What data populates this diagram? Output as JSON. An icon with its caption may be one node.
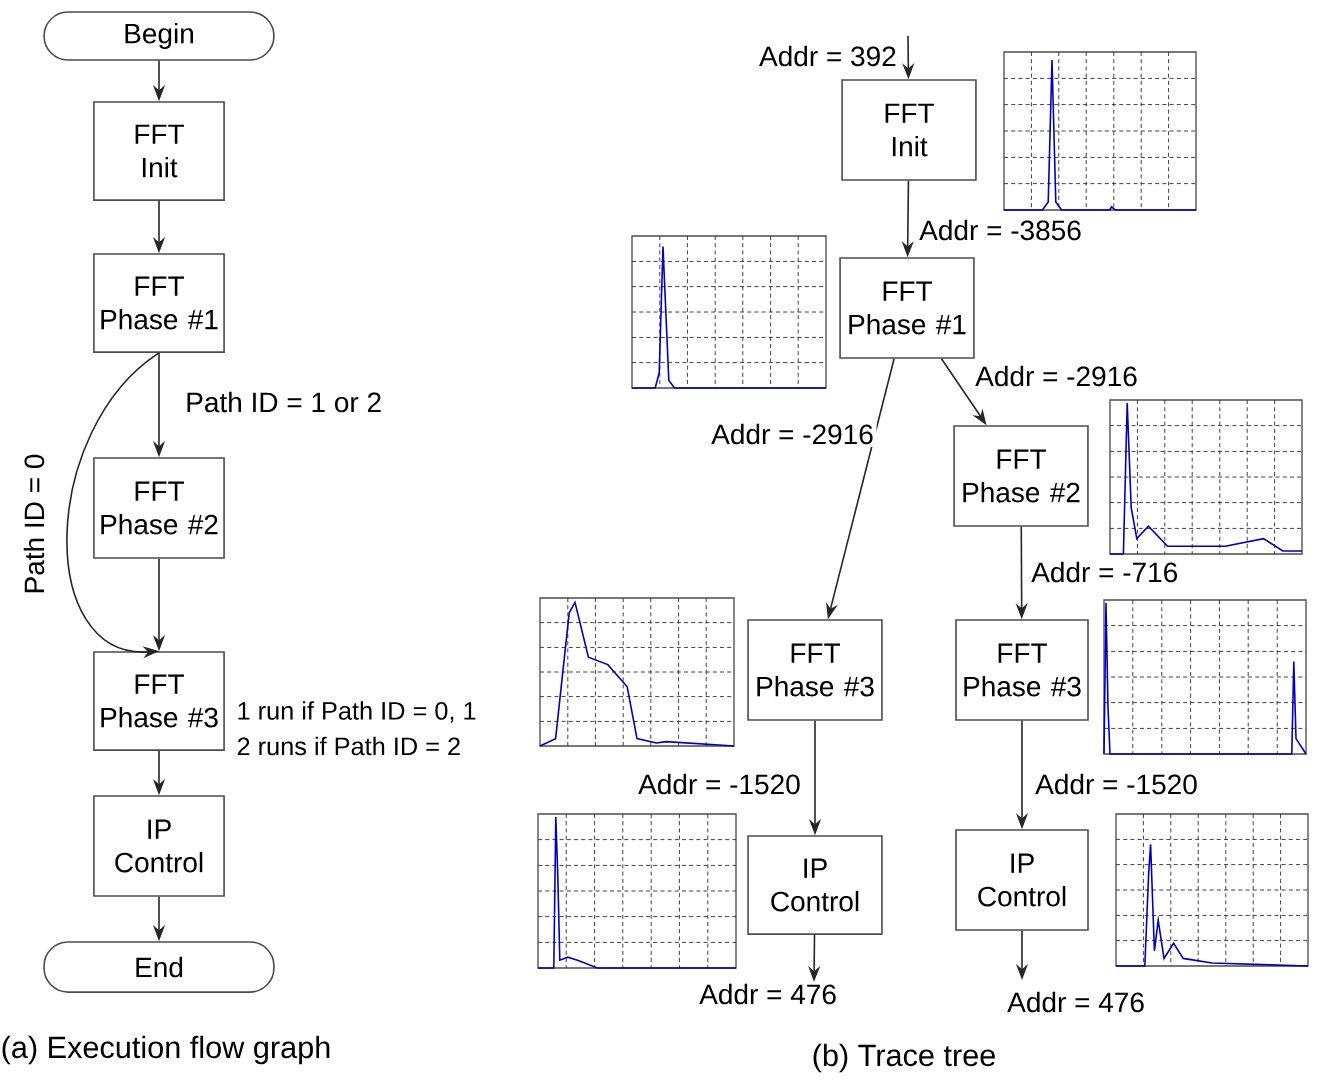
{
  "diagram": {
    "nodes": [
      {
        "text": [
          "Begin"
        ]
      },
      {
        "text": [
          "FFT Init"
        ]
      },
      {
        "text": [
          "FFT Phase #1"
        ]
      },
      {
        "text": [
          "FFT Phase #2"
        ]
      },
      {
        "text": [
          "FFT Phase #3"
        ],
        "beside": [
          "1 run  if Path ID = 0, 1",
          "2 runs if Path ID = 2"
        ]
      },
      {
        "text": [
          "IP Control"
        ]
      },
      {
        "text": [
          "End"
        ]
      },
      {
        "text": [
          "FFT Init"
        ]
      },
      {
        "text": [
          "FFT Phase #1"
        ]
      },
      {
        "text": [
          "FFT Phase #2"
        ]
      },
      {
        "text": [
          "FFT Phase #3"
        ]
      },
      {
        "text": [
          "FFT Phase #3"
        ]
      },
      {
        "text": [
          "IP Control"
        ]
      },
      {
        "text": [
          "IP Control"
        ]
      }
    ],
    "edges": [
      {
        "from": 0,
        "to": 1,
        "arrow": "to"
      },
      {
        "from": 1,
        "to": 2,
        "arrow": "to"
      },
      {
        "from": 2,
        "to": 3,
        "arrow": "to",
        "label": "Path ID = 1 or 2"
      },
      {
        "from": 2,
        "to": 4,
        "arrow": "to",
        "label": "Path ID = 0"
      },
      {
        "from": 3,
        "to": 4,
        "arrow": "to"
      },
      {
        "from": 4,
        "to": 5,
        "arrow": "to"
      },
      {
        "from": 5,
        "to": 6,
        "arrow": "to"
      },
      {
        "from": null,
        "to": 7,
        "arrow": "to",
        "label": "Addr = 392"
      },
      {
        "from": 7,
        "to": 8,
        "arrow": "to",
        "label": "Addr = -3856"
      },
      {
        "from": 8,
        "to": 9,
        "arrow": "to",
        "label": "Addr = -2916"
      },
      {
        "from": 8,
        "to": 10,
        "arrow": "to",
        "label": "Addr = -2916"
      },
      {
        "from": 9,
        "to": 11,
        "arrow": "to",
        "label": "Addr = -716"
      },
      {
        "from": 10,
        "to": 12,
        "arrow": "to",
        "label": "Addr = -1520"
      },
      {
        "from": 11,
        "to": 13,
        "arrow": "to",
        "label": "Addr = -1520"
      },
      {
        "from": 12,
        "to": null,
        "arrow": "to",
        "label": "Addr = 476"
      },
      {
        "from": 13,
        "to": null,
        "arrow": "to",
        "label": "Addr = 476"
      }
    ],
    "labels": [
      "(a) Execution flow graph",
      "(b) Trace tree"
    ]
  }
}
